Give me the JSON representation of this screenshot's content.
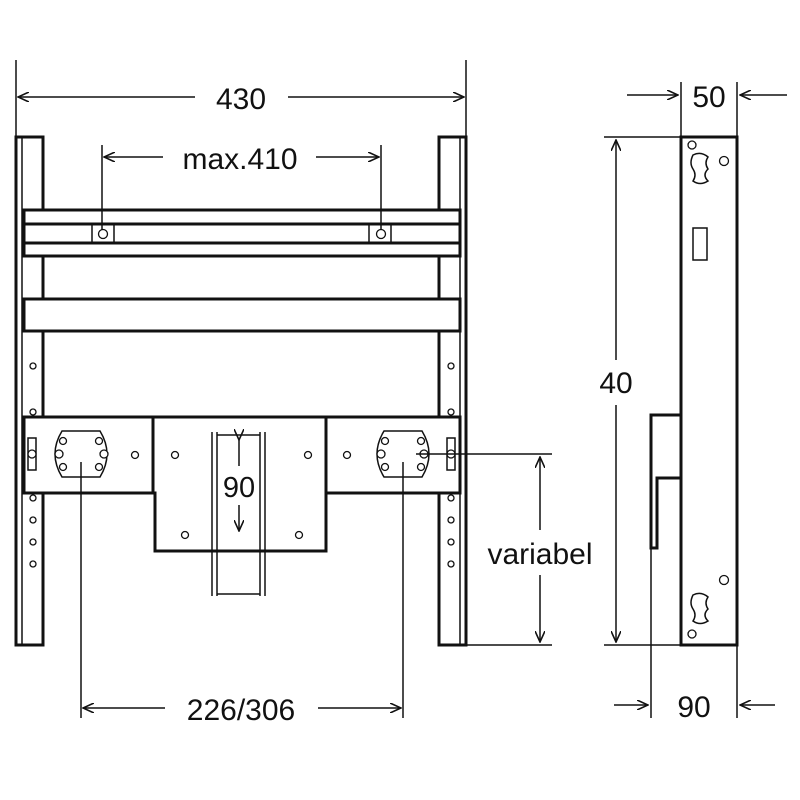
{
  "front_view": {
    "width_label": "430",
    "hole_spacing_label": "max.410",
    "drain_height_label": "90",
    "variable_label": "variabel",
    "connection_spacing_label": "226/306"
  },
  "side_view": {
    "depth_label": "50",
    "height_label": "40",
    "total_depth_label": "90"
  },
  "colors": {
    "line": "#111111",
    "background": "#ffffff"
  }
}
